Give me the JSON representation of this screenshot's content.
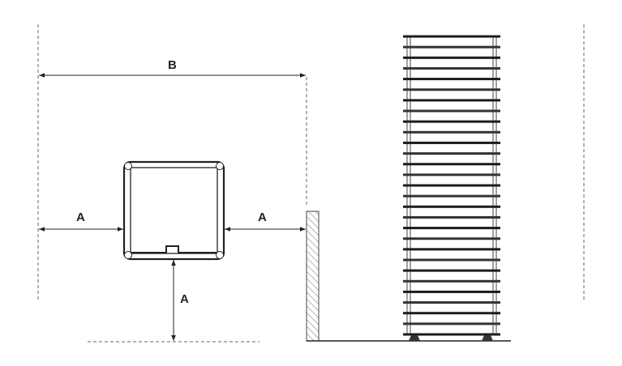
{
  "labels": {
    "width_label": "B",
    "clearance_left": "A",
    "clearance_right": "A",
    "clearance_front": "A"
  },
  "colors": {
    "line": "#222222",
    "guide": "#555555"
  },
  "rail_count": 29
}
